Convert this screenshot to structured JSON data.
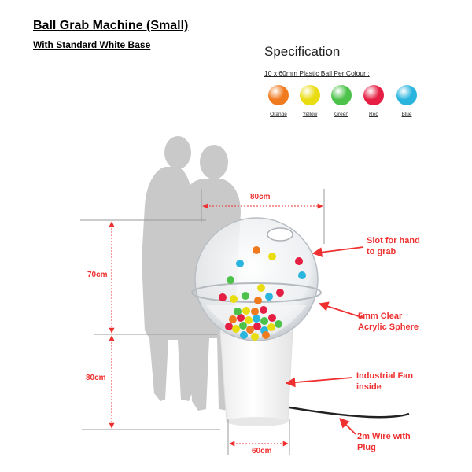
{
  "header": {
    "title": "Ball Grab Machine (Small)",
    "subtitle": "With Standard White Base"
  },
  "specification": {
    "heading": "Specification",
    "line": "10 x 60mm Plastic  Ball Per Colour :",
    "balls": [
      {
        "label": "Orange",
        "color": "#f07a1e"
      },
      {
        "label": "Yellow",
        "color": "#e9dc10"
      },
      {
        "label": "Green",
        "color": "#4cc24a"
      },
      {
        "label": "Red",
        "color": "#e51e43"
      },
      {
        "label": "Blue",
        "color": "#29b5de"
      }
    ]
  },
  "dimensions": {
    "sphere_width": "80cm",
    "sphere_height": "70cm",
    "base_height": "80cm",
    "base_width": "60cm"
  },
  "callouts": {
    "slot": [
      "Slot for hand",
      "to grab"
    ],
    "sphere": [
      "5mm Clear",
      "Acrylic Sphere"
    ],
    "fan": [
      "Industrial Fan",
      "inside"
    ],
    "wire": [
      "2m Wire with",
      "Plug"
    ]
  },
  "colors": {
    "accent": "#ee3030",
    "silhouette": "#c9c9c9",
    "dim_line": "#999999"
  }
}
